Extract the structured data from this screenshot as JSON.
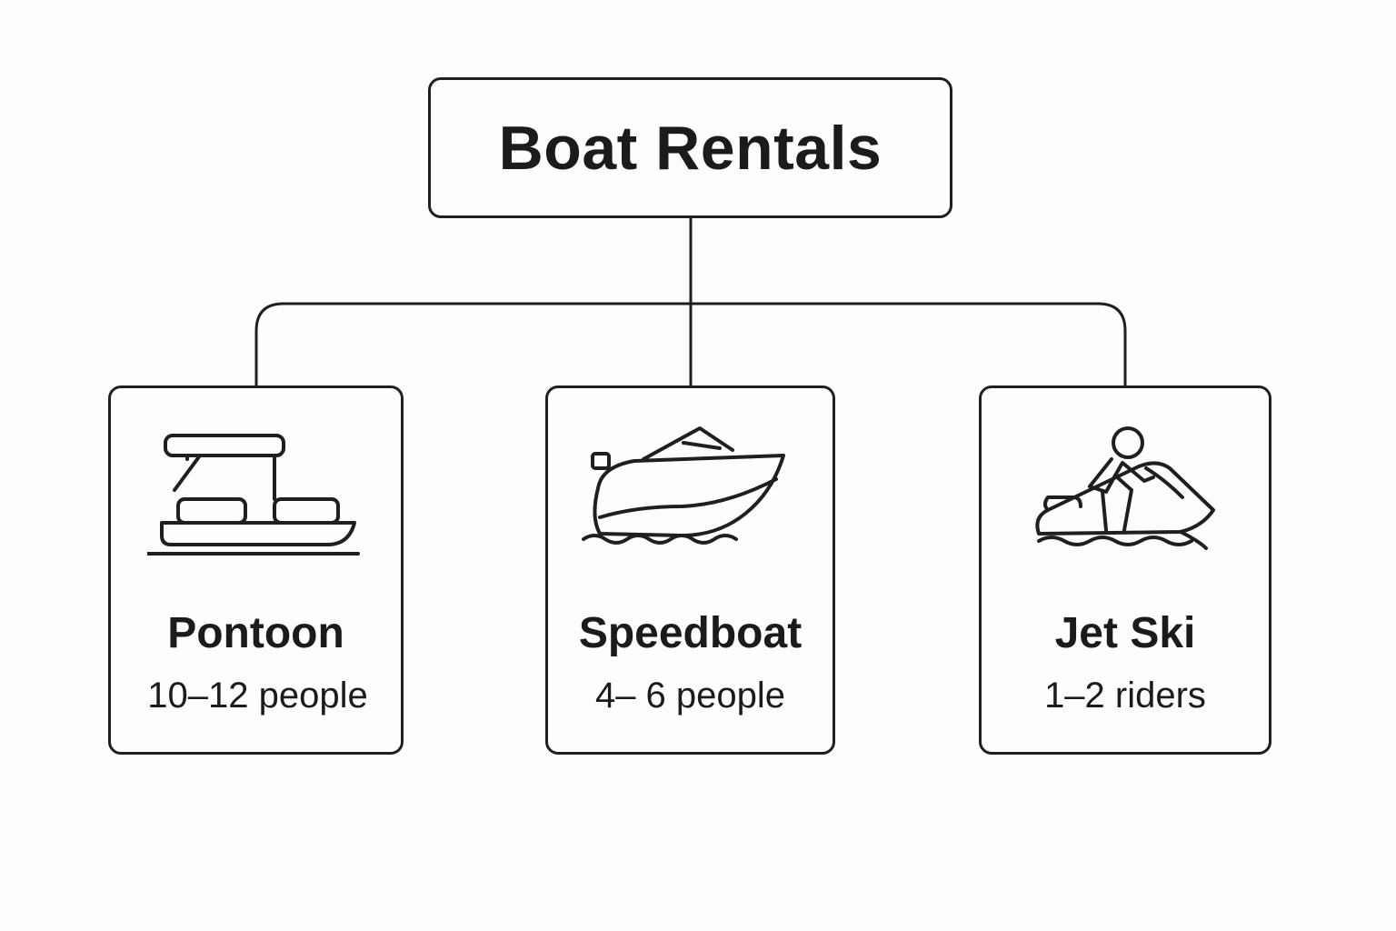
{
  "diagram": {
    "root": {
      "label": "Boat Rentals"
    },
    "children": [
      {
        "id": "pontoon",
        "label": "Pontoon",
        "capacity": "10–12 people",
        "icon": "pontoon-boat-icon"
      },
      {
        "id": "speedboat",
        "label": "Speedboat",
        "capacity": "4– 6 people",
        "icon": "speedboat-icon"
      },
      {
        "id": "jetski",
        "label": "Jet Ski",
        "capacity": "1–2 riders",
        "icon": "jet-ski-rider-icon"
      }
    ],
    "colors": {
      "stroke": "#1f1f1f",
      "text": "#1b1b1b",
      "background": "#fdfdfd"
    }
  }
}
